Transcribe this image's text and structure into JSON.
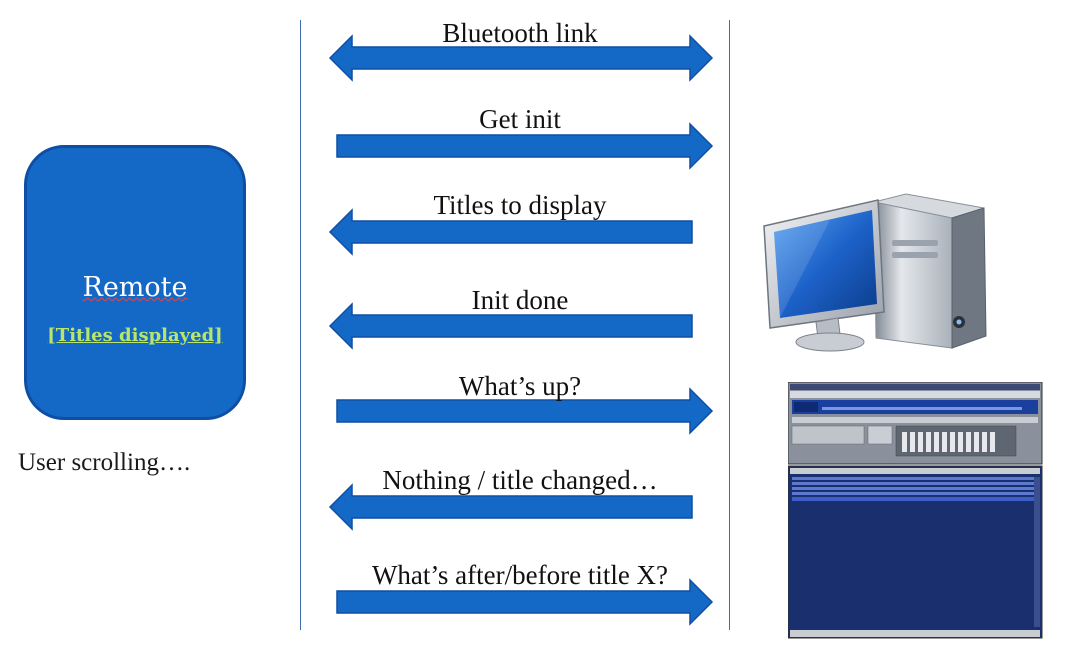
{
  "remote": {
    "title": "Remote",
    "subtitle": "[Titles displayed]"
  },
  "user_status": "User  scrolling….",
  "messages": [
    {
      "label": "Bluetooth link",
      "direction": "both"
    },
    {
      "label": "Get init",
      "direction": "right"
    },
    {
      "label": "Titles to display",
      "direction": "left"
    },
    {
      "label": "Init done",
      "direction": "left"
    },
    {
      "label": "What’s up?",
      "direction": "right"
    },
    {
      "label": "Nothing / title changed…",
      "direction": "left"
    },
    {
      "label": "What’s after/before title X?",
      "direction": "right"
    }
  ],
  "icons": {
    "computer": "desktop-computer-icon",
    "player": "media-player-window-icon"
  },
  "colors": {
    "arrow": "#1469c7",
    "arrow_stroke": "#0f4fa3",
    "remote": "#1469c7",
    "subtitle": "#b8e56a",
    "divider": "#3f6bb0"
  }
}
